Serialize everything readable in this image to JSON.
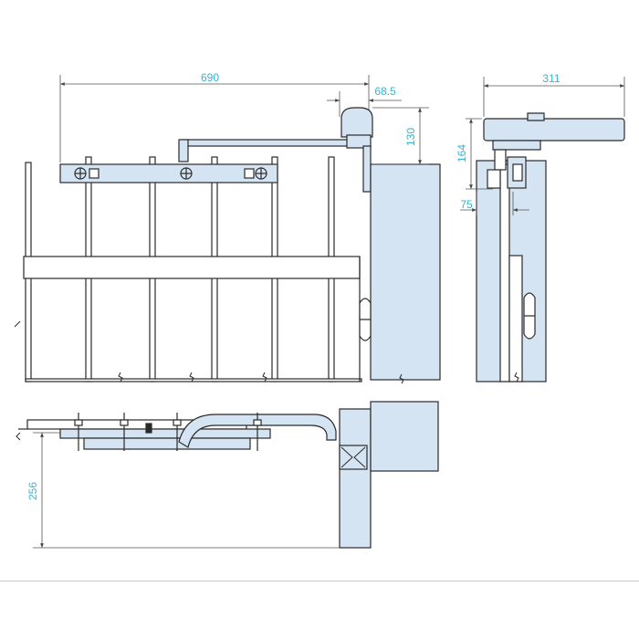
{
  "colors": {
    "line": "#2a2a2a",
    "fill_blue": "#d5e4f3",
    "fill_white": "#ffffff",
    "dimension_text": "#35b6cf",
    "dimension_line": "#555555"
  },
  "dimensions": {
    "front_width": "690",
    "post_offset": "68.5",
    "front_height": "130",
    "side_width": "311",
    "side_height": "164",
    "side_offset": "75",
    "bottom_height": "256"
  }
}
